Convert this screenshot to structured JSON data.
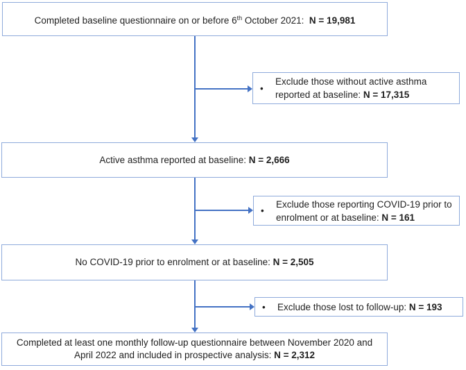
{
  "colors": {
    "box_border": "#8EAADB",
    "arrow": "#4472C4",
    "text": "#1f1f1f"
  },
  "flowchart": {
    "bullet": "•",
    "box1": {
      "prefix": "Completed baseline questionnaire on or before 6",
      "superscript": "th",
      "mid": " October 2021:  ",
      "n": "N = 19,981"
    },
    "ex1": {
      "text": "Exclude those without active asthma reported at baseline: ",
      "n": "N = 17,315"
    },
    "box2": {
      "text": "Active asthma reported at baseline: ",
      "n": "N = 2,666"
    },
    "ex2": {
      "text": "Exclude those reporting COVID-19 prior to enrolment or at baseline: ",
      "n": "N = 161"
    },
    "box3": {
      "text": "No COVID-19 prior to enrolment or at baseline: ",
      "n": "N = 2,505"
    },
    "ex3": {
      "text": "Exclude those lost to follow-up: ",
      "n": "N = 193"
    },
    "box4": {
      "text": "Completed at least one monthly follow-up questionnaire between November 2020 and April 2022 and included in prospective analysis: ",
      "n": "N = 2,312"
    }
  }
}
